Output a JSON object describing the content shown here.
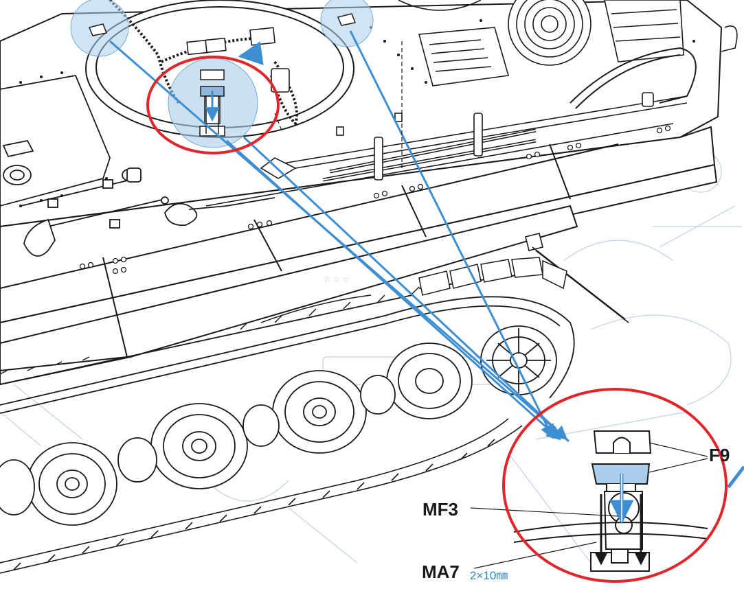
{
  "callout": {
    "part_f9": "F9",
    "screw_mf3": "MF3",
    "screw_ma7": "MA7",
    "screw_size": "2×10㎜"
  },
  "colors": {
    "line_art": "#1a1a1a",
    "callout_blue": "#3d8fd1",
    "zoom_fill": "#a9cdea",
    "highlight_red": "#e0262a",
    "faded_print": "#b9c7dc"
  },
  "icons": [
    "arrow-down-icon",
    "insert-arrow-icon"
  ]
}
